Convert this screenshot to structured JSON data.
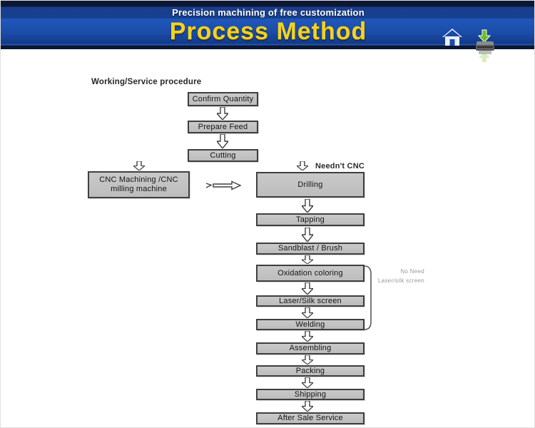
{
  "header": {
    "subtitle": "Precision machining of free customization",
    "title": "Process Method",
    "icons": [
      "home-icon",
      "print-icon"
    ]
  },
  "flowchart": {
    "section_label": "Working/Service procedure",
    "pre_chain": [
      "Confirm Quantity",
      "Prepare Feed",
      "Cutting"
    ],
    "cnc_branch": "CNC Machining /CNC milling machine",
    "no_cnc_label": "Needn't CNC",
    "main_chain": [
      "Drilling",
      "Tapping",
      "Sandblast / Brush",
      "Oxidation coloring",
      "Laser/Silk screen",
      "Welding",
      "Assembling",
      "Packing",
      "Shipping",
      "After Sale Service"
    ],
    "side_note": "No Need Laser/silk screen"
  },
  "colors": {
    "header_blue": "#1b4da9",
    "header_dark": "#0c1734",
    "title_yellow": "#f2d224",
    "box_fill": "#c3c3c3",
    "box_border": "#3f3f3f",
    "note_gray": "#9a9a9a",
    "print_green": "#6abf1e"
  }
}
